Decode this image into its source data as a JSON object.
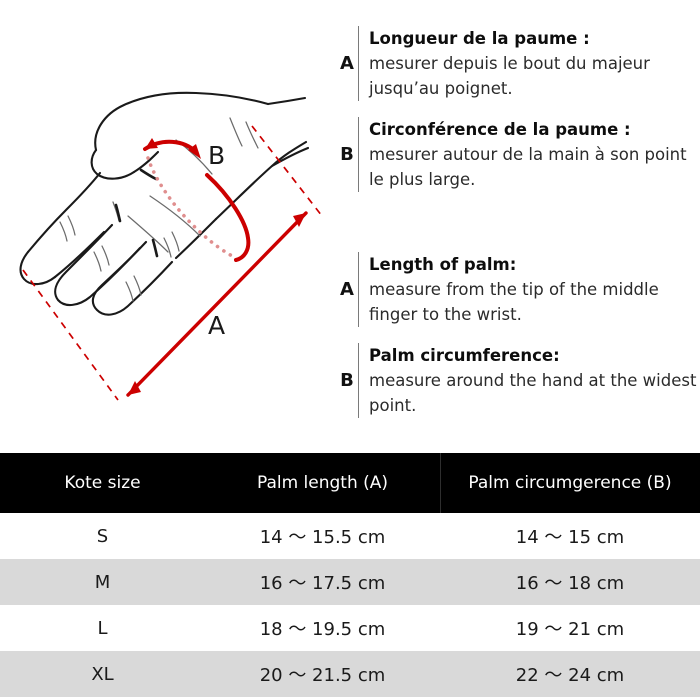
{
  "diagram": {
    "name": "hand-measurement-diagram",
    "labels": {
      "a": "A",
      "b": "B"
    },
    "colors": {
      "measure_red": "#cc0000",
      "sketch_ink": "#1a1a1a",
      "dotted_pink": "#e08f8f"
    }
  },
  "instructions": {
    "french": [
      {
        "letter": "A",
        "title": "Longueur de la paume :",
        "body": "mesurer depuis le bout du majeur jusqu’au poignet."
      },
      {
        "letter": "B",
        "title": "Circonférence de la paume :",
        "body": "mesurer autour de la main à son point le plus large."
      }
    ],
    "english": [
      {
        "letter": "A",
        "title": "Length of palm:",
        "body": "measure from the tip of the middle finger to the wrist."
      },
      {
        "letter": "B",
        "title": "Palm circumference:",
        "body": "measure around the hand at the widest point."
      }
    ]
  },
  "size_table": {
    "headers": [
      "Kote size",
      "Palm length (A)",
      "Palm circumgerence (B)"
    ],
    "rows": [
      {
        "size": "S",
        "palm_length": "14 ～ 15.5 cm",
        "palm_circumference": "14 ～ 15 cm"
      },
      {
        "size": "M",
        "palm_length": "16 ～ 17.5 cm",
        "palm_circumference": "16 ～ 18 cm"
      },
      {
        "size": "L",
        "palm_length": "18 ～ 19.5 cm",
        "palm_circumference": "19 ～ 21 cm"
      },
      {
        "size": "XL",
        "palm_length": "20 ～ 21.5 cm",
        "palm_circumference": "22 ～ 24 cm"
      }
    ],
    "colors": {
      "header_bg": "#000000",
      "header_text": "#ffffff",
      "row_odd_bg": "#ffffff",
      "row_even_bg": "#d9d9d9"
    }
  }
}
